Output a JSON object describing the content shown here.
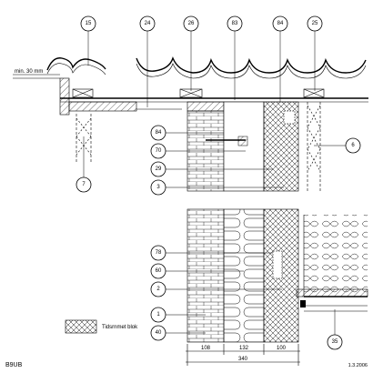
{
  "callouts": {
    "c15": "15",
    "c24": "24",
    "c26": "26",
    "c83": "83",
    "c84top": "84",
    "c25": "25",
    "c84": "84",
    "c70": "70",
    "c29": "29",
    "c3": "3",
    "c6": "6",
    "c7": "7",
    "c78": "78",
    "c60": "60",
    "c2": "2",
    "c1": "1",
    "c40": "40",
    "c35": "35"
  },
  "labels": {
    "min_30mm": "min. 30 mm",
    "legend_text": "Tidsrnmet blok",
    "code": "B9UB",
    "date": "1.3.2006"
  },
  "dimensions": {
    "d108": "108",
    "d132": "132",
    "d100": "100",
    "d340": "340"
  }
}
